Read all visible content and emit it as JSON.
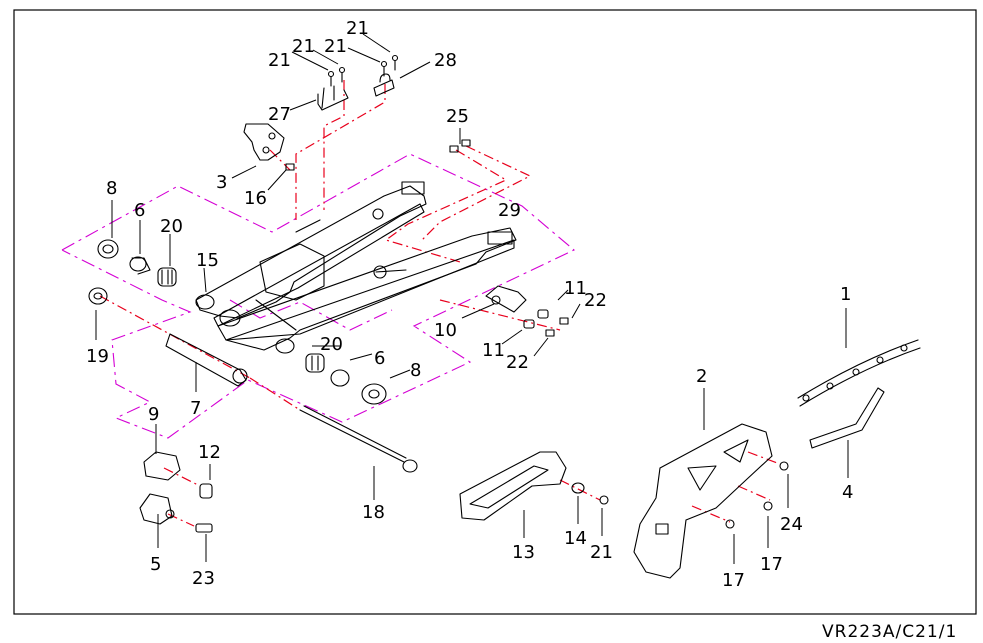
{
  "drawing": {
    "code": "VR223A/C21/1",
    "colors": {
      "axis": "#e8001c",
      "zone": "#d400d4",
      "line": "#000000"
    }
  },
  "callouts": {
    "c1": "1",
    "c2": "2",
    "c3": "3",
    "c4": "4",
    "c5": "5",
    "c6a": "6",
    "c6b": "6",
    "c7": "7",
    "c8a": "8",
    "c8b": "8",
    "c9": "9",
    "c10": "10",
    "c11a": "11",
    "c11b": "11",
    "c12": "12",
    "c13": "13",
    "c14": "14",
    "c15": "15",
    "c16": "16",
    "c17a": "17",
    "c17b": "17",
    "c18": "18",
    "c19": "19",
    "c20a": "20",
    "c20b": "20",
    "c21a": "21",
    "c21b": "21",
    "c21c": "21",
    "c21d": "21",
    "c21e": "21",
    "c22a": "22",
    "c22b": "22",
    "c23": "23",
    "c24": "24",
    "c25": "25",
    "c27": "27",
    "c28": "28",
    "c29": "29"
  }
}
